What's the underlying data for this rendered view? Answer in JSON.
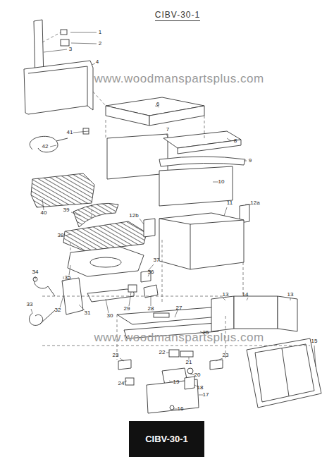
{
  "diagram": {
    "title": "CIBV-30-1",
    "nodes": [
      {
        "text": [
          "CIBV-30-1"
        ]
      }
    ],
    "labels": [
      "1",
      "2",
      "3",
      "4",
      "www.woodmanspartsplus.com",
      "6",
      "41",
      "7",
      "42",
      "8",
      "9",
      "10",
      "40",
      "11",
      "12a",
      "39",
      "12b",
      "38",
      "34",
      "37",
      "36",
      "35",
      "33",
      "32",
      "31",
      "30",
      "29",
      "28",
      "27",
      "13",
      "14",
      "13",
      "25",
      "www.woodmanspartsplus.com",
      "15",
      "22",
      "21",
      "23",
      "23",
      "20",
      "24",
      "19",
      "18",
      "17",
      "16"
    ]
  }
}
